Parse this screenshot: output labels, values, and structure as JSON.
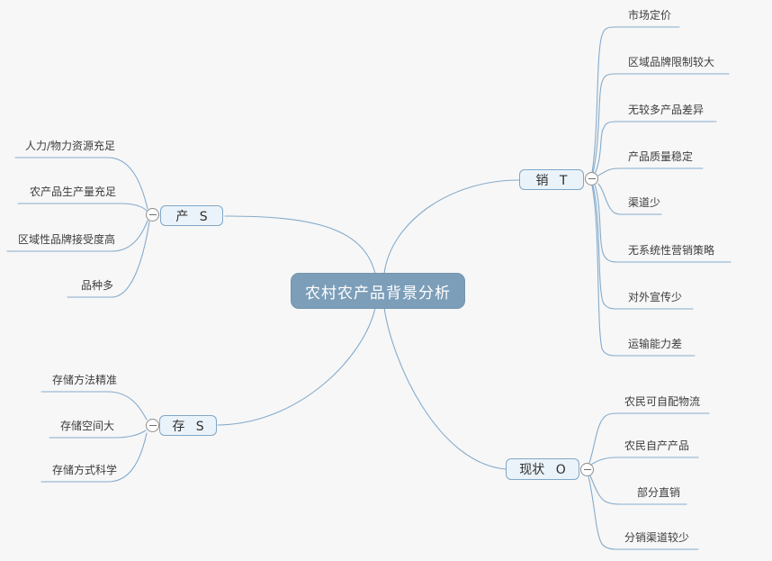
{
  "diagram_type": "mindmap",
  "root": {
    "label": "农村农产品背景分析"
  },
  "branches": [
    {
      "id": "production",
      "label": "产 S",
      "side": "left-top",
      "collapse_icon": "minus-circle",
      "children": [
        "人力/物力资源充足",
        "农产品生产量充足",
        "区域性品牌接受度高",
        "品种多"
      ]
    },
    {
      "id": "sales",
      "label": "销 T",
      "side": "right-top",
      "collapse_icon": "minus-circle",
      "children": [
        "市场定价",
        "区域品牌限制较大",
        "无较多产品差异",
        "产品质量稳定",
        "渠道少",
        "无系统性营销策略",
        "对外宣传少",
        "运输能力差"
      ]
    },
    {
      "id": "storage",
      "label": "存 S",
      "side": "left-bottom",
      "collapse_icon": "minus-circle",
      "children": [
        "存储方法精准",
        "存储空间大",
        "存储方式科学"
      ]
    },
    {
      "id": "status",
      "label": "现状 O",
      "side": "right-bottom",
      "collapse_icon": "minus-circle",
      "children": [
        "农民可自配物流",
        "农民自产产品",
        "部分直销",
        "分销渠道较少"
      ]
    }
  ],
  "colors": {
    "canvas_background": "#f7f7f7",
    "root_fill": "#7c9eb9",
    "root_text": "#ffffff",
    "branch_fill": "#ebf3fa",
    "branch_border": "#7fa7c7",
    "connector": "#85abcb",
    "leaf_text": "#3d3d3d"
  }
}
